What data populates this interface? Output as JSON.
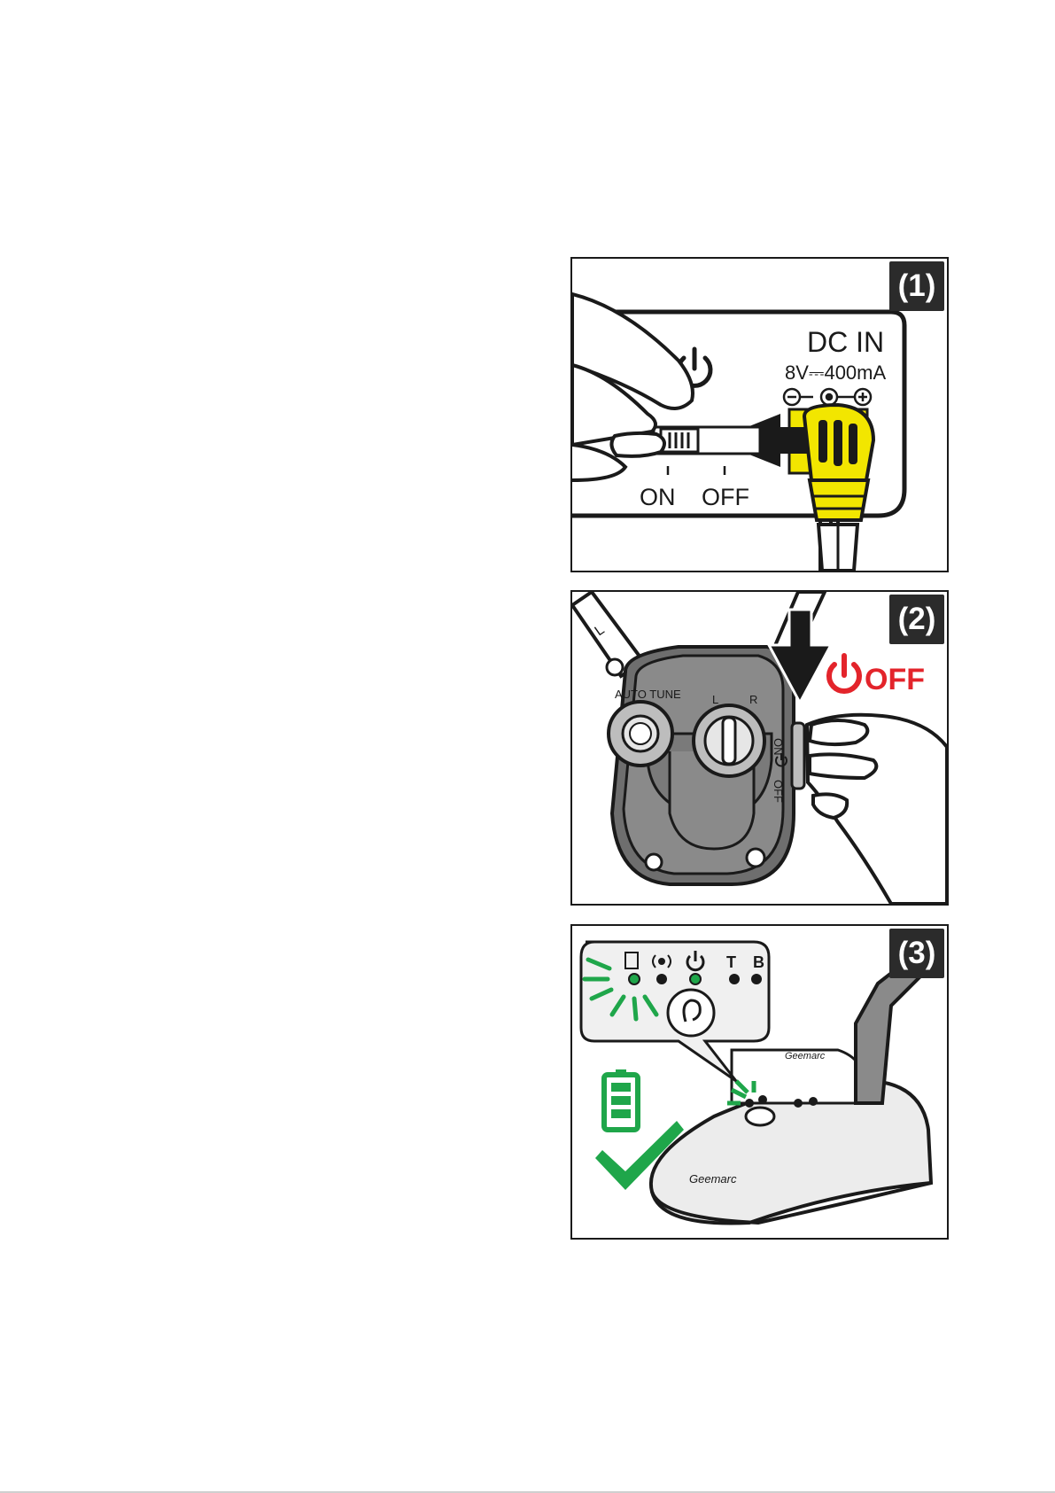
{
  "steps": [
    {
      "number": "(1)",
      "jack_label": "DC IN",
      "jack_rating": "8V⎓400mA",
      "switch_positions": [
        "ON",
        "OFF"
      ]
    },
    {
      "number": "(2)",
      "power_state": "OFF",
      "dial_label": "AUTO TUNE",
      "channel_labels": [
        "L",
        "R"
      ],
      "switch_labels": [
        "ON",
        "OFF"
      ]
    },
    {
      "number": "(3)",
      "indicator_labels": [
        "T",
        "B"
      ],
      "brand": "Geemarc",
      "status_icon": "battery-full-check"
    }
  ],
  "colors": {
    "plug_yellow": "#f2e600",
    "off_red": "#e3242b",
    "led_green": "#1fa64a",
    "frame": "#1a1a1a"
  },
  "icons": [
    "power-icon",
    "arrow-left-icon",
    "arrow-down-icon",
    "battery-icon",
    "checkmark-icon",
    "ear-icon",
    "signal-icon"
  ]
}
